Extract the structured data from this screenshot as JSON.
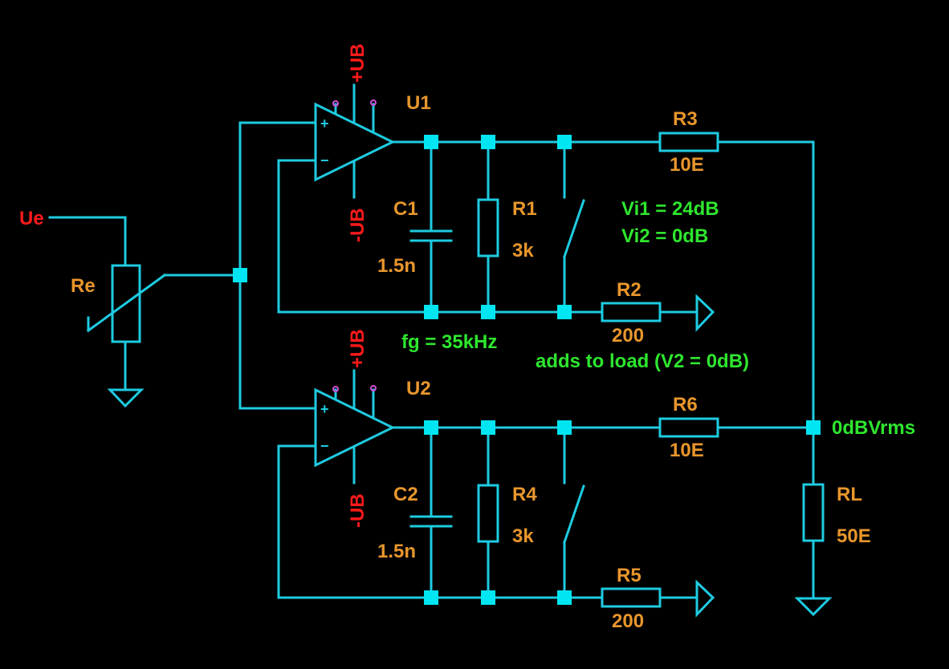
{
  "input": {
    "label": "Ue"
  },
  "potentiometer": {
    "name": "Re"
  },
  "opamps": [
    {
      "name": "U1",
      "supply_pos": "+UB",
      "supply_neg": "-UB"
    },
    {
      "name": "U2",
      "supply_pos": "+UB",
      "supply_neg": "-UB"
    }
  ],
  "capacitors": [
    {
      "name": "C1",
      "value": "1.5n"
    },
    {
      "name": "C2",
      "value": "1.5n"
    }
  ],
  "resistors": {
    "R1": {
      "name": "R1",
      "value": "3k"
    },
    "R2": {
      "name": "R2",
      "value": "200"
    },
    "R3": {
      "name": "R3",
      "value": "10E"
    },
    "R4": {
      "name": "R4",
      "value": "3k"
    },
    "R5": {
      "name": "R5",
      "value": "200"
    },
    "R6": {
      "name": "R6",
      "value": "10E"
    },
    "RL": {
      "name": "RL",
      "value": "50E"
    }
  },
  "annotations": {
    "vi1": "Vi1 = 24dB",
    "vi2": "Vi2 = 0dB",
    "fg": "fg = 35kHz",
    "adds": "adds to load (V2 = 0dB)",
    "output": "0dBVrms"
  },
  "colors": {
    "background": "#000000",
    "wire": "#1ecbe1",
    "node": "#00e5f2",
    "component_label": "#e8962c",
    "supply_label": "#ff1a1a",
    "annotation": "#2ee62e",
    "supply_pin": "#d14fd6"
  }
}
